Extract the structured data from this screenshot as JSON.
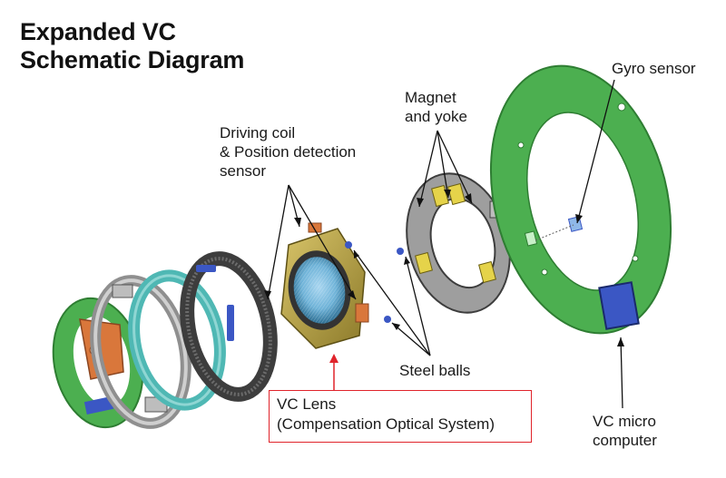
{
  "title": {
    "line1": "Expanded VC",
    "line2": "Schematic Diagram"
  },
  "labels": {
    "driving_coil": {
      "line1": "Driving coil",
      "line2": "& Position detection",
      "line3": "sensor"
    },
    "magnet": {
      "line1": "Magnet",
      "line2": "and yoke"
    },
    "gyro": "Gyro sensor",
    "steel_balls": "Steel balls",
    "vc_micro": {
      "line1": "VC micro",
      "line2": "computer"
    },
    "vc_lens": {
      "line1": "VC Lens",
      "line2": "(Compensation Optical System)"
    }
  },
  "colors": {
    "board_green": "#4caf50",
    "board_edge": "#2e7d32",
    "callout_red": "#e0242b",
    "teal_ring": "#4fb8b4",
    "gold_part": "#c9b04a",
    "dark_ring": "#4a4a4a",
    "steel_ball_blue": "#3b57c4"
  }
}
